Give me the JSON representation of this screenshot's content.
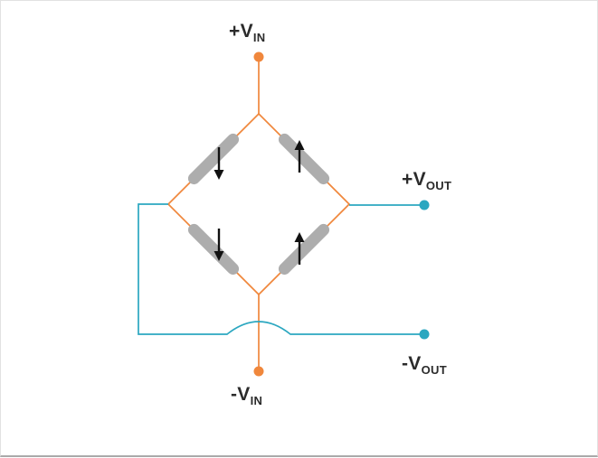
{
  "diagram": {
    "labels": {
      "vin_pos": {
        "main": "+V",
        "sub": "IN"
      },
      "vin_neg": {
        "main": "-V",
        "sub": "IN"
      },
      "vout_pos": {
        "main": "+V",
        "sub": "OUT"
      },
      "vout_neg": {
        "main": "-V",
        "sub": "OUT"
      }
    },
    "gauges": [
      {
        "position": "top-left",
        "arrow": "down"
      },
      {
        "position": "top-right",
        "arrow": "up"
      },
      {
        "position": "bottom-left",
        "arrow": "down"
      },
      {
        "position": "bottom-right",
        "arrow": "up"
      }
    ],
    "colors": {
      "excitation": "#F0873C",
      "output": "#2BA7C0",
      "gauge": "#ADADAD",
      "arrow": "#111111",
      "label": "#2B2B2B",
      "background": "#FFFFFF",
      "border": "#E2E2E2"
    }
  }
}
